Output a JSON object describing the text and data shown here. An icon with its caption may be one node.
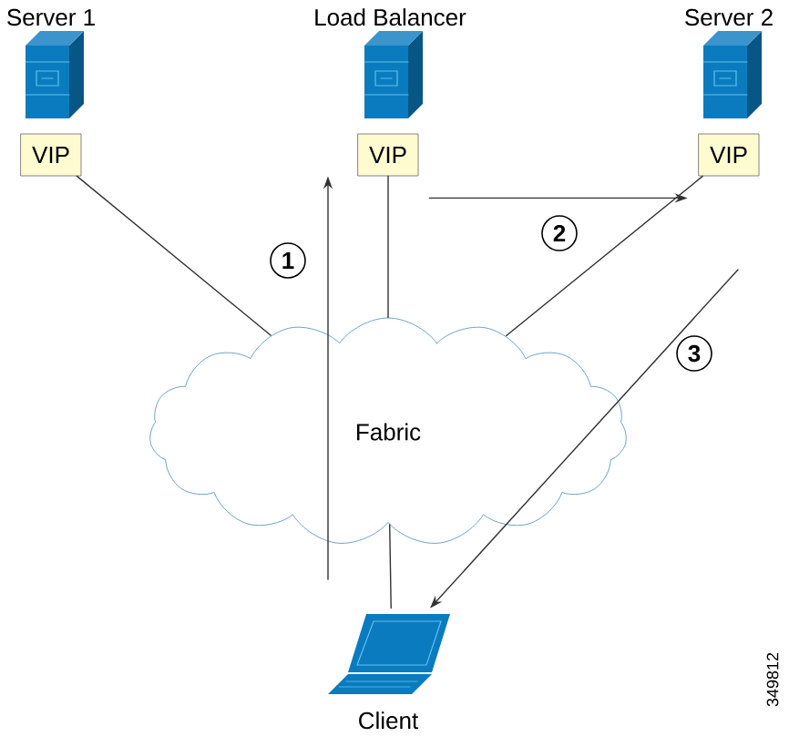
{
  "diagram": {
    "nodes": [
      {
        "text": [
          "Server 1"
        ]
      },
      {
        "text": [
          "Load Balancer"
        ]
      },
      {
        "text": [
          "Server 2"
        ]
      },
      {
        "text": [
          "VIP"
        ]
      },
      {
        "text": [
          "VIP"
        ]
      },
      {
        "text": [
          "VIP"
        ]
      },
      {
        "text": [
          "Fabric"
        ]
      },
      {
        "text": [
          "Client"
        ]
      }
    ],
    "edges": [
      {
        "from": 3,
        "to": 6,
        "arrow": "none"
      },
      {
        "from": 4,
        "to": 6,
        "arrow": "none"
      },
      {
        "from": 5,
        "to": 6,
        "arrow": "none"
      },
      {
        "from": 6,
        "to": 7,
        "arrow": "none"
      },
      {
        "from": null,
        "to": 4,
        "arrow": "to",
        "label": "1"
      },
      {
        "from": 4,
        "to": 5,
        "arrow": "to",
        "label": "2"
      },
      {
        "from": null,
        "to": 7,
        "arrow": "to",
        "label": "3"
      }
    ],
    "labels": [
      "349812"
    ]
  }
}
